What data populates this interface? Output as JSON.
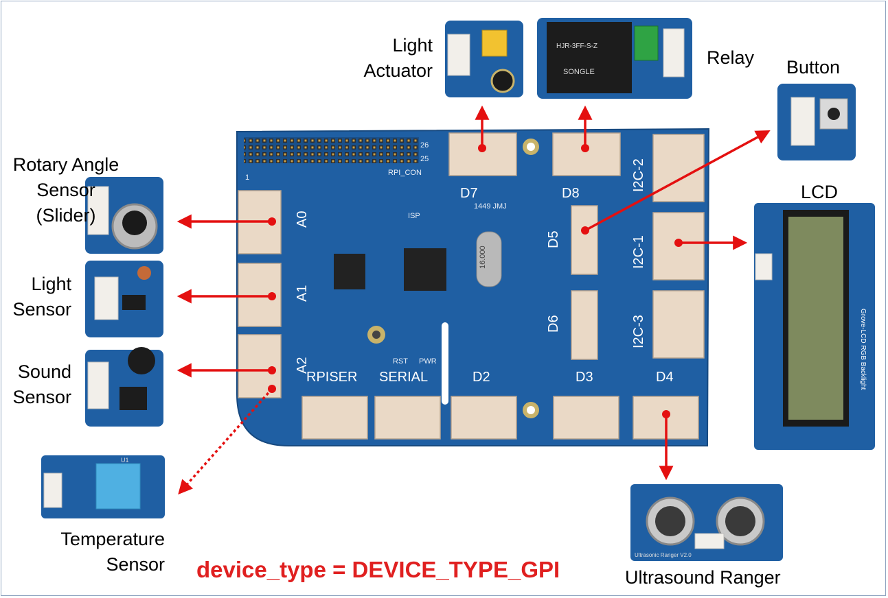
{
  "labels": {
    "light_actuator": [
      "Light",
      "Actuator"
    ],
    "relay": "Relay",
    "button": "Button",
    "rotary_angle": [
      "Rotary Angle",
      "Sensor",
      "(Slider)"
    ],
    "light_sensor": [
      "Light",
      "Sensor"
    ],
    "sound_sensor": [
      "Sound",
      "Sensor"
    ],
    "temperature_sensor": [
      "Temperature",
      "Sensor"
    ],
    "lcd": "LCD",
    "ultrasound": "Ultrasound Ranger"
  },
  "caption": "device_type = DEVICE_TYPE_GPI",
  "board": {
    "ports": [
      "A0",
      "A1",
      "A2",
      "D7",
      "D8",
      "D5",
      "D6",
      "I2C-2",
      "I2C-1",
      "I2C-3",
      "RPISER",
      "SERIAL",
      "D2",
      "D3",
      "D4"
    ],
    "silkscreen": [
      "1449 JMJ",
      "RPI_CON",
      "ISP",
      "RST",
      "PWR",
      "16.000",
      "26",
      "25",
      "1"
    ]
  },
  "module_text": {
    "lcd_side": "Grove-LCD RGB Backlight",
    "ultrasonic_marking": "Ultrasonic Ranger V2.0",
    "relay_brand": "SONGLE",
    "relay_model": "HJR-3FF-S-Z",
    "temp_marking": "U1"
  },
  "colors": {
    "arrow": "#e41010",
    "pcb": "#1f5fa3",
    "pcb_dark": "#17497f",
    "connector": "#ead9c6",
    "caption": "#e02020"
  }
}
